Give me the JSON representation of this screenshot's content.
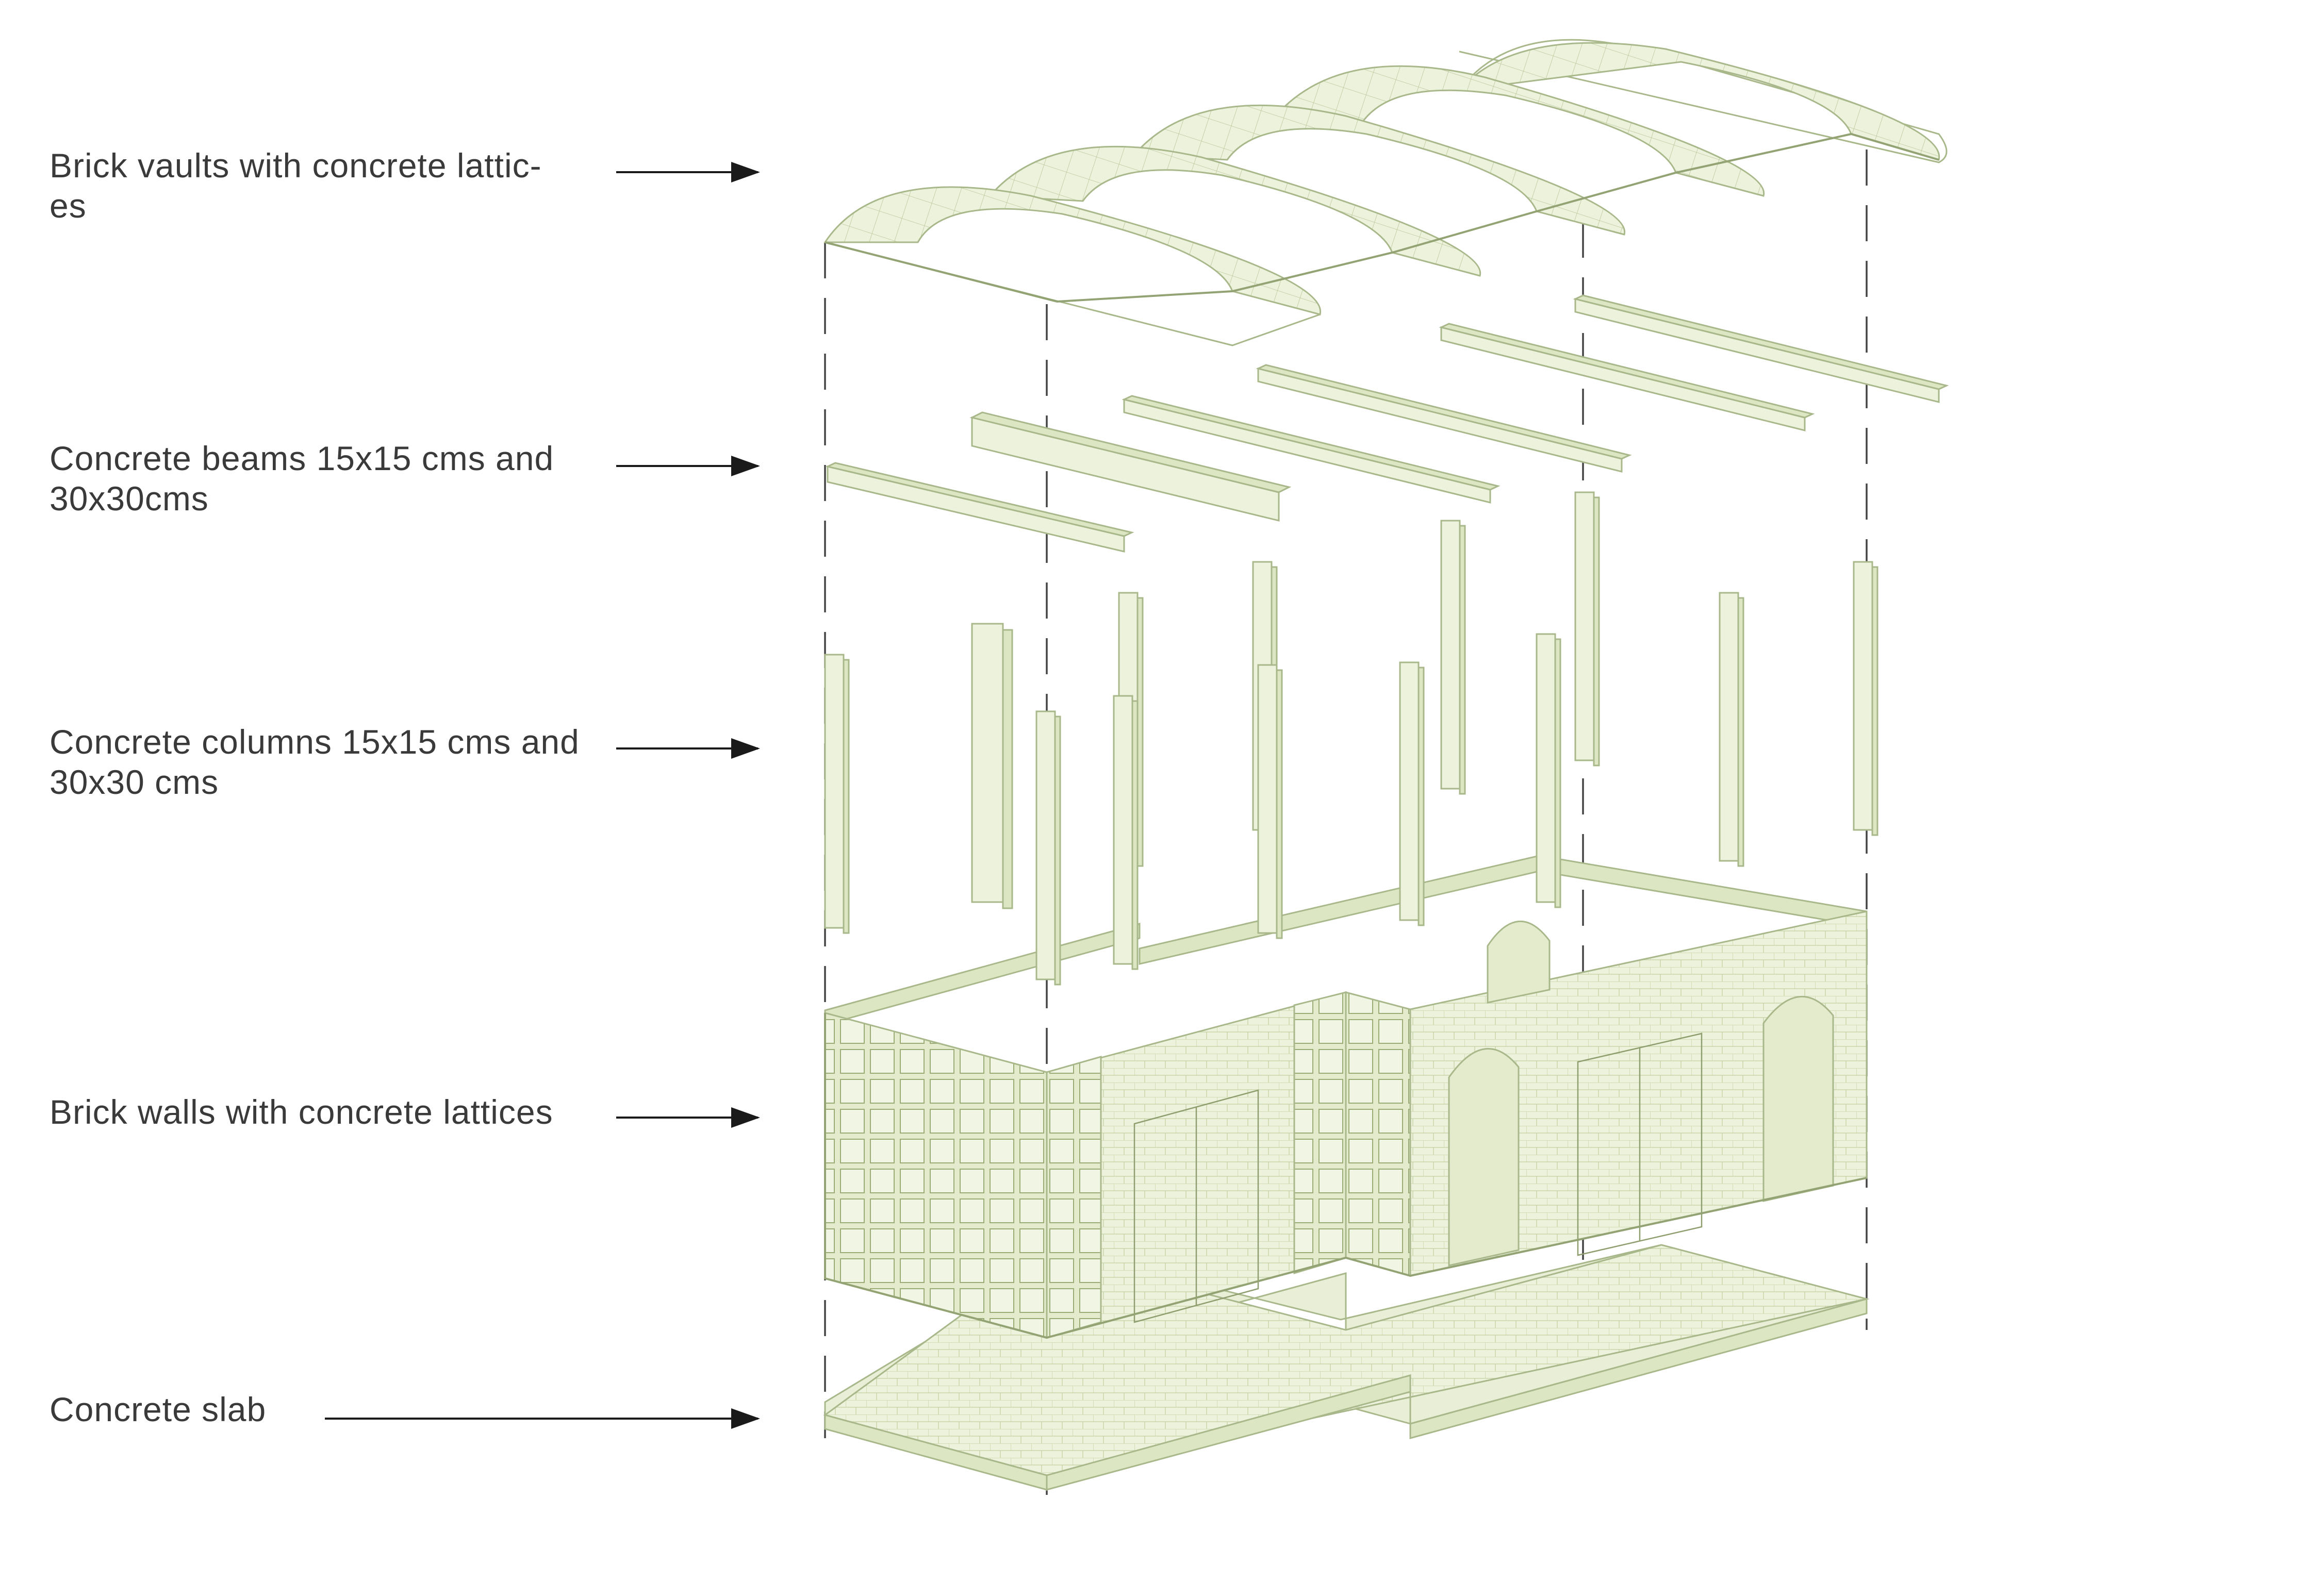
{
  "labels": [
    {
      "id": "vaults",
      "lines": [
        "Brick vaults with concrete lattic-",
        "es"
      ]
    },
    {
      "id": "beams",
      "lines": [
        "Concrete beams 15x15 cms and",
        "30x30cms"
      ]
    },
    {
      "id": "columns",
      "lines": [
        "Concrete columns 15x15 cms and",
        "30x30 cms"
      ]
    },
    {
      "id": "walls",
      "lines": [
        "Brick walls with concrete lattices"
      ]
    },
    {
      "id": "slab",
      "lines": [
        "Concrete slab"
      ]
    }
  ],
  "colors": {
    "fill": "#edf2dc",
    "fill_dark": "#dde6c2",
    "stroke": "#a9b88a",
    "text": "#3a3a3a",
    "arrow": "#1a1a1a",
    "dash": "#444444"
  }
}
